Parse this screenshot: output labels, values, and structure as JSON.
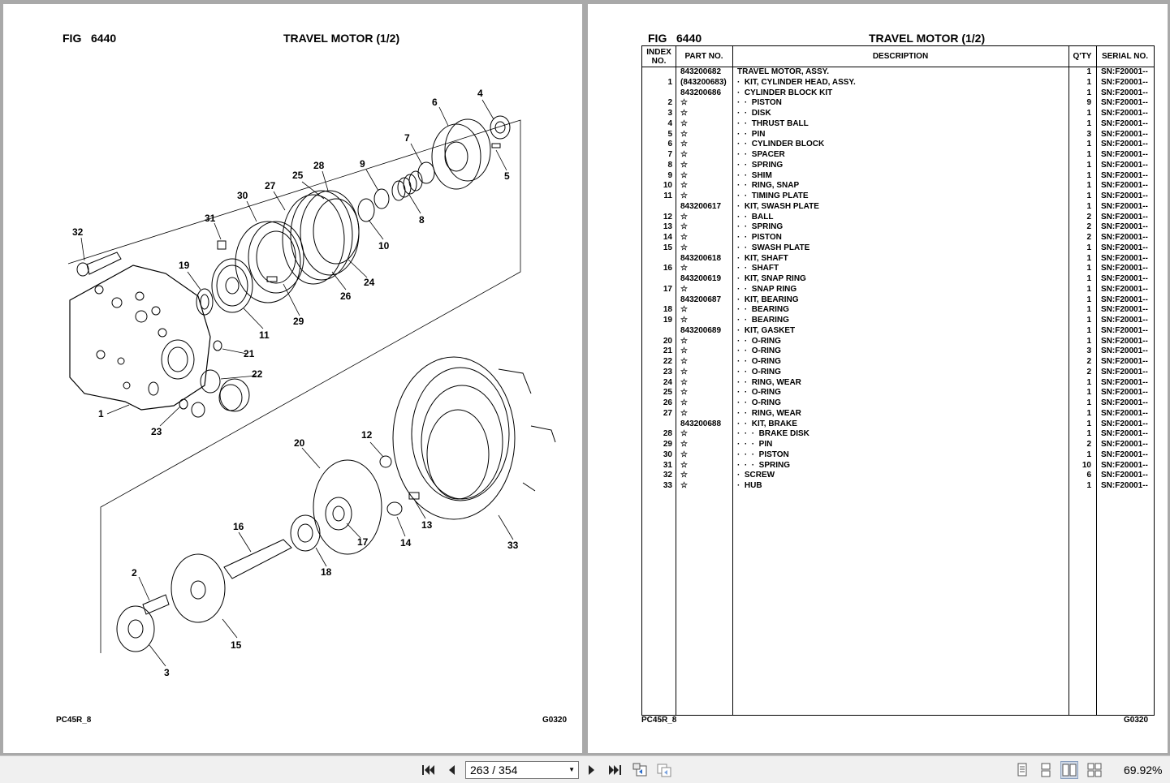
{
  "left_page": {
    "fig_label": "FIG",
    "fig_number": "6440",
    "title": "TRAVEL MOTOR (1/2)",
    "footer_model": "PC45R_8",
    "footer_code": "G0320",
    "callouts": [
      "1",
      "2",
      "3",
      "4",
      "5",
      "6",
      "7",
      "8",
      "9",
      "10",
      "11",
      "12",
      "13",
      "14",
      "15",
      "16",
      "17",
      "18",
      "19",
      "20",
      "21",
      "22",
      "23",
      "24",
      "25",
      "26",
      "27",
      "28",
      "29",
      "30",
      "31",
      "32",
      "33"
    ]
  },
  "right_page": {
    "fig_label": "FIG",
    "fig_number": "6440",
    "title": "TRAVEL MOTOR (1/2)",
    "footer_model": "PC45R_8",
    "footer_code": "G0320",
    "table": {
      "headers": {
        "index": "INDEX NO.",
        "part": "PART NO.",
        "description": "DESCRIPTION",
        "qty": "Q'TY",
        "serial": "SERIAL NO."
      },
      "rows": [
        {
          "index": "",
          "part": "843200682",
          "desc": "TRAVEL MOTOR, ASSY.",
          "qty": "1",
          "serial": "SN:F20001--"
        },
        {
          "index": "1",
          "part": "(843200683)",
          "desc": "·  KIT, CYLINDER HEAD, ASSY.",
          "qty": "1",
          "serial": "SN:F20001--"
        },
        {
          "index": "",
          "part": "843200686",
          "desc": "·  CYLINDER BLOCK KIT",
          "qty": "1",
          "serial": "SN:F20001--"
        },
        {
          "index": "2",
          "part": "☆",
          "desc": "·  ·  PISTON",
          "qty": "9",
          "serial": "SN:F20001--"
        },
        {
          "index": "3",
          "part": "☆",
          "desc": "·  ·  DISK",
          "qty": "1",
          "serial": "SN:F20001--"
        },
        {
          "index": "4",
          "part": "☆",
          "desc": "·  ·  THRUST BALL",
          "qty": "1",
          "serial": "SN:F20001--"
        },
        {
          "index": "5",
          "part": "☆",
          "desc": "·  ·  PIN",
          "qty": "3",
          "serial": "SN:F20001--"
        },
        {
          "index": "6",
          "part": "☆",
          "desc": "·  ·  CYLINDER BLOCK",
          "qty": "1",
          "serial": "SN:F20001--"
        },
        {
          "index": "7",
          "part": "☆",
          "desc": "·  ·  SPACER",
          "qty": "1",
          "serial": "SN:F20001--"
        },
        {
          "index": "8",
          "part": "☆",
          "desc": "·  ·  SPRING",
          "qty": "1",
          "serial": "SN:F20001--"
        },
        {
          "index": "9",
          "part": "☆",
          "desc": "·  ·  SHIM",
          "qty": "1",
          "serial": "SN:F20001--"
        },
        {
          "index": "10",
          "part": "☆",
          "desc": "·  ·  RING, SNAP",
          "qty": "1",
          "serial": "SN:F20001--"
        },
        {
          "index": "11",
          "part": "☆",
          "desc": "·  ·  TIMING PLATE",
          "qty": "1",
          "serial": "SN:F20001--"
        },
        {
          "index": "",
          "part": "843200617",
          "desc": "·  KIT, SWASH PLATE",
          "qty": "1",
          "serial": "SN:F20001--"
        },
        {
          "index": "12",
          "part": "☆",
          "desc": "·  ·  BALL",
          "qty": "2",
          "serial": "SN:F20001--"
        },
        {
          "index": "13",
          "part": "☆",
          "desc": "·  ·  SPRING",
          "qty": "2",
          "serial": "SN:F20001--"
        },
        {
          "index": "14",
          "part": "☆",
          "desc": "·  ·  PISTON",
          "qty": "2",
          "serial": "SN:F20001--"
        },
        {
          "index": "15",
          "part": "☆",
          "desc": "·  ·  SWASH PLATE",
          "qty": "1",
          "serial": "SN:F20001--"
        },
        {
          "index": "",
          "part": "843200618",
          "desc": "·  KIT, SHAFT",
          "qty": "1",
          "serial": "SN:F20001--"
        },
        {
          "index": "16",
          "part": "☆",
          "desc": "·  ·  SHAFT",
          "qty": "1",
          "serial": "SN:F20001--"
        },
        {
          "index": "",
          "part": "843200619",
          "desc": "·  KIT, SNAP RING",
          "qty": "1",
          "serial": "SN:F20001--"
        },
        {
          "index": "17",
          "part": "☆",
          "desc": "·  ·  SNAP RING",
          "qty": "1",
          "serial": "SN:F20001--"
        },
        {
          "index": "",
          "part": "843200687",
          "desc": "·  KIT, BEARING",
          "qty": "1",
          "serial": "SN:F20001--"
        },
        {
          "index": "18",
          "part": "☆",
          "desc": "·  ·  BEARING",
          "qty": "1",
          "serial": "SN:F20001--"
        },
        {
          "index": "19",
          "part": "☆",
          "desc": "·  ·  BEARING",
          "qty": "1",
          "serial": "SN:F20001--"
        },
        {
          "index": "",
          "part": "843200689",
          "desc": "·  KIT, GASKET",
          "qty": "1",
          "serial": "SN:F20001--"
        },
        {
          "index": "20",
          "part": "☆",
          "desc": "·  ·  O-RING",
          "qty": "1",
          "serial": "SN:F20001--"
        },
        {
          "index": "21",
          "part": "☆",
          "desc": "·  ·  O-RING",
          "qty": "3",
          "serial": "SN:F20001--"
        },
        {
          "index": "22",
          "part": "☆",
          "desc": "·  ·  O-RING",
          "qty": "2",
          "serial": "SN:F20001--"
        },
        {
          "index": "23",
          "part": "☆",
          "desc": "·  ·  O-RING",
          "qty": "2",
          "serial": "SN:F20001--"
        },
        {
          "index": "24",
          "part": "☆",
          "desc": "·  ·  RING, WEAR",
          "qty": "1",
          "serial": "SN:F20001--"
        },
        {
          "index": "25",
          "part": "☆",
          "desc": "·  ·  O-RING",
          "qty": "1",
          "serial": "SN:F20001--"
        },
        {
          "index": "26",
          "part": "☆",
          "desc": "·  ·  O-RING",
          "qty": "1",
          "serial": "SN:F20001--"
        },
        {
          "index": "27",
          "part": "☆",
          "desc": "·  ·  RING, WEAR",
          "qty": "1",
          "serial": "SN:F20001--"
        },
        {
          "index": "",
          "part": "843200688",
          "desc": "·  ·  KIT, BRAKE",
          "qty": "1",
          "serial": "SN:F20001--"
        },
        {
          "index": "28",
          "part": "☆",
          "desc": "·  ·  ·  BRAKE DISK",
          "qty": "1",
          "serial": "SN:F20001--"
        },
        {
          "index": "29",
          "part": "☆",
          "desc": "·  ·  ·  PIN",
          "qty": "2",
          "serial": "SN:F20001--"
        },
        {
          "index": "30",
          "part": "☆",
          "desc": "·  ·  ·  PISTON",
          "qty": "1",
          "serial": "SN:F20001--"
        },
        {
          "index": "31",
          "part": "☆",
          "desc": "·  ·  ·  SPRING",
          "qty": "10",
          "serial": "SN:F20001--"
        },
        {
          "index": "32",
          "part": "☆",
          "desc": "·  SCREW",
          "qty": "6",
          "serial": "SN:F20001--"
        },
        {
          "index": "33",
          "part": "☆",
          "desc": "·  HUB",
          "qty": "1",
          "serial": "SN:F20001--"
        }
      ]
    }
  },
  "toolbar": {
    "page_display": "263 / 354",
    "zoom": "69.92%",
    "icons": [
      "first-page-icon",
      "prev-page-icon",
      "next-page-icon",
      "last-page-icon",
      "rotate-view-icon",
      "copy-view-icon",
      "single-page-icon",
      "continuous-page-icon",
      "facing-pages-icon",
      "continuous-facing-icon"
    ],
    "accent": "#cfd8e6"
  }
}
